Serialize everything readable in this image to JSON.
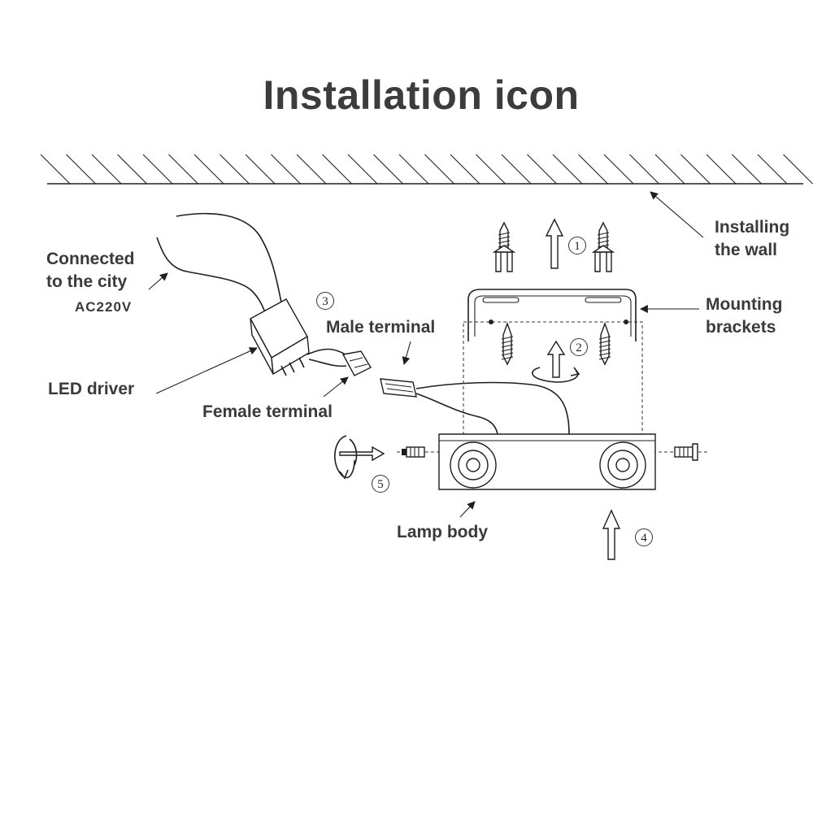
{
  "title": "Installation icon",
  "labels": {
    "installing_wall": [
      "Installing",
      "the wall"
    ],
    "connected_city": [
      "Connected",
      "to the city"
    ],
    "ac_voltage": "AC220V",
    "mounting_brackets": [
      "Mounting",
      "brackets"
    ],
    "male_terminal": "Male terminal",
    "led_driver": "LED driver",
    "female_terminal": "Female terminal",
    "lamp_body": "Lamp body"
  },
  "steps": [
    "1",
    "2",
    "3",
    "4",
    "5"
  ],
  "colors": {
    "ink": "#1e1e1e",
    "text": "#3a3a3a",
    "background": "#ffffff"
  }
}
